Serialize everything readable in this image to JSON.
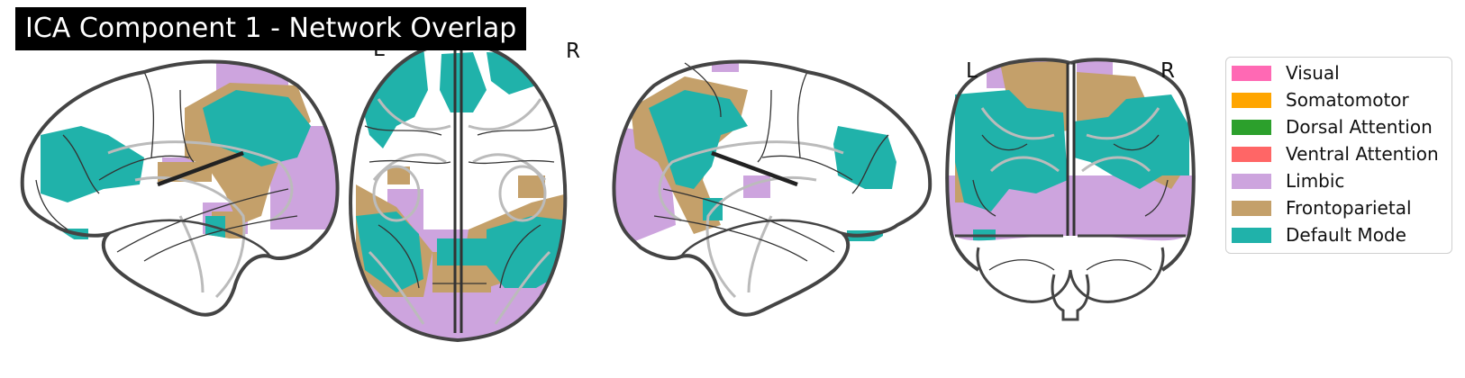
{
  "figure": {
    "title": "ICA Component 1 - Network Overlap",
    "hemisphere_labels": {
      "axial_left": "L",
      "axial_right": "R",
      "coronal_left": "L",
      "coronal_right": "R"
    }
  },
  "legend": {
    "items": [
      {
        "label": "Visual",
        "color": "#ff69b4"
      },
      {
        "label": "Somatomotor",
        "color": "#ffa500"
      },
      {
        "label": "Dorsal Attention",
        "color": "#2ca02c"
      },
      {
        "label": "Ventral Attention",
        "color": "#ff6666"
      },
      {
        "label": "Limbic",
        "color": "#cda4de"
      },
      {
        "label": "Frontoparietal",
        "color": "#c4a06a"
      },
      {
        "label": "Default Mode",
        "color": "#20b2aa"
      }
    ]
  },
  "colors": {
    "limbic": "#cda4de",
    "frontoparietal": "#c4a06a",
    "default_mode": "#20b2aa",
    "outline": "#444444",
    "inner_contour": "#bbbbbb"
  }
}
